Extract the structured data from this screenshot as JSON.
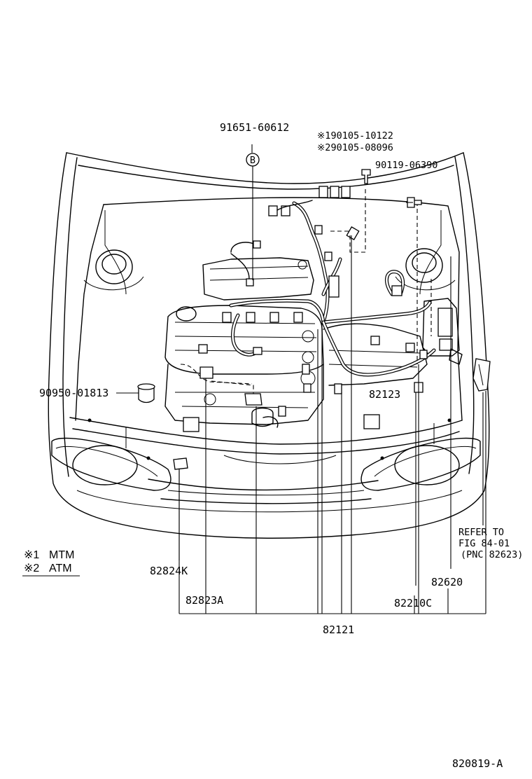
{
  "diagram": {
    "labels": {
      "p_91651": "91651-60612",
      "p_90105_1": "※190105-10122",
      "p_90105_2": "※290105-08096",
      "p_90119": "90119-06390",
      "p_90950": "90950-01813",
      "p_82123": "82123",
      "p_82824k": "82824K",
      "p_82823a": "82823A",
      "p_82121": "82121",
      "p_82210c": "82210C",
      "p_82620": "82620",
      "refer_line1": "REFER TO",
      "refer_line2": "FIG 84-01",
      "refer_line3": "(PNC 82623)",
      "figure_code": "820819-A",
      "bolt_mark": "B"
    },
    "legend": {
      "line1_mark": "※1",
      "line1_text": "MTM",
      "line2_mark": "※2",
      "line2_text": "ATM"
    }
  }
}
